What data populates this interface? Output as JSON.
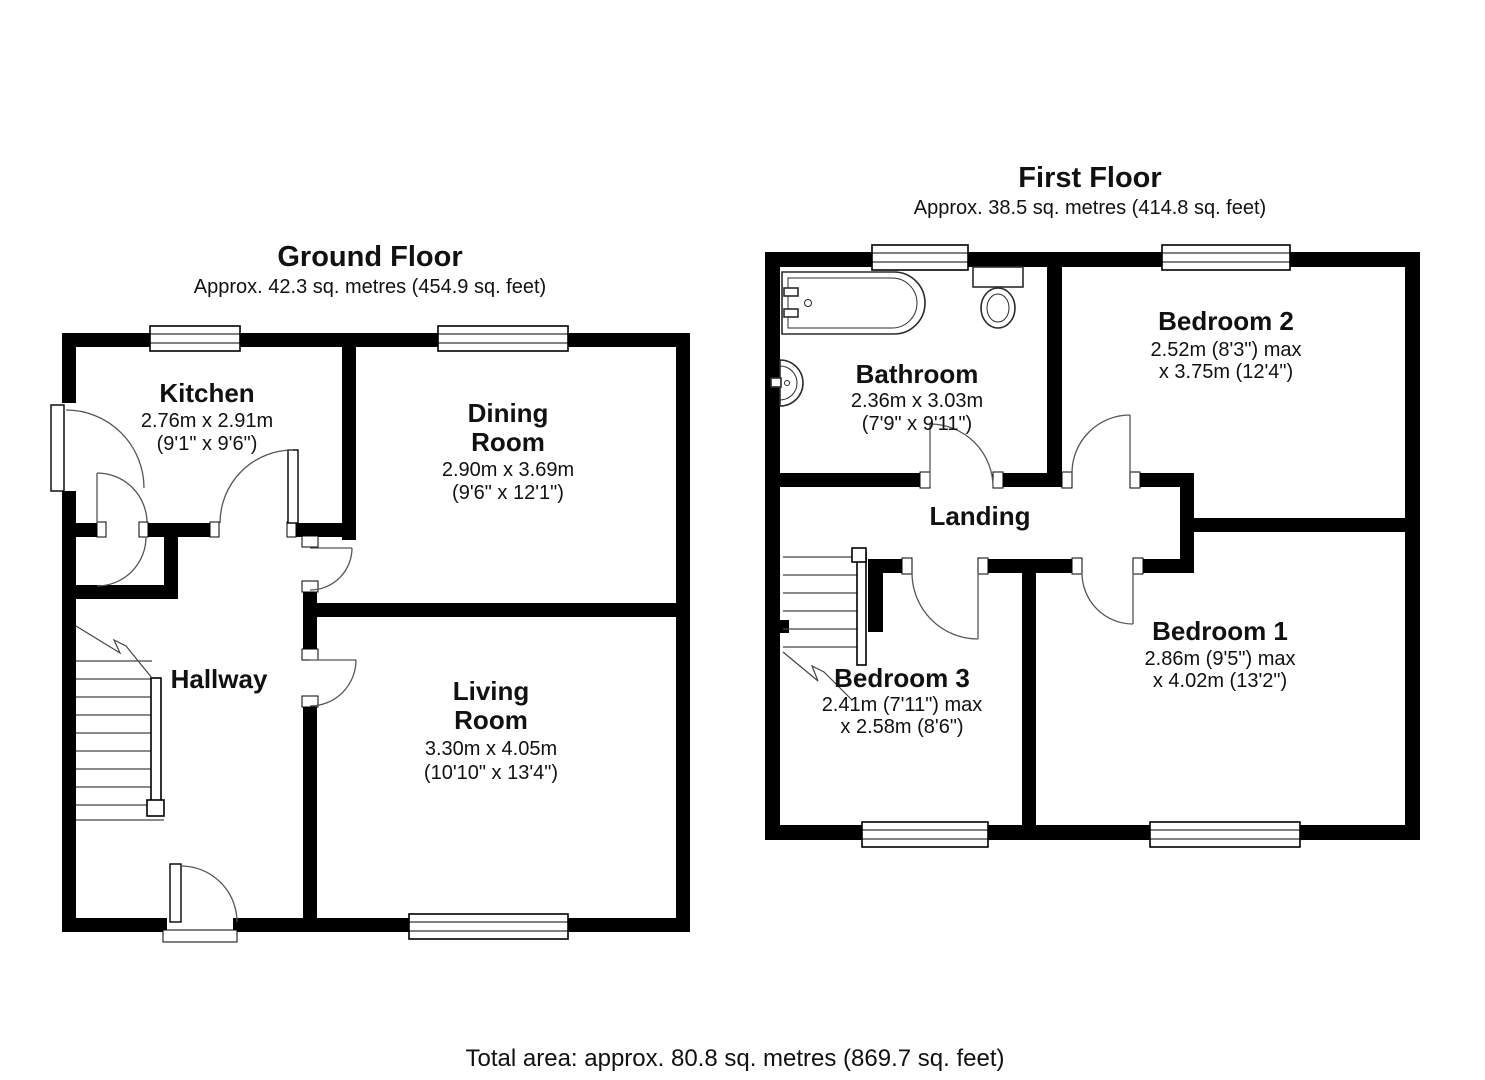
{
  "colors": {
    "wall": "#000000",
    "text": "#111111",
    "background": "#ffffff"
  },
  "ground_floor": {
    "title": "Ground Floor",
    "subtitle": "Approx. 42.3 sq. metres (454.9 sq. feet)",
    "rooms": {
      "kitchen": {
        "name": "Kitchen",
        "dims_metric": "2.76m x 2.91m",
        "dims_imperial": "(9'1\" x 9'6\")"
      },
      "dining": {
        "name_line1": "Dining",
        "name_line2": "Room",
        "dims_metric": "2.90m x 3.69m",
        "dims_imperial": "(9'6\" x 12'1\")"
      },
      "hallway": {
        "name": "Hallway"
      },
      "living": {
        "name_line1": "Living",
        "name_line2": "Room",
        "dims_metric": "3.30m x 4.05m",
        "dims_imperial": "(10'10\" x 13'4\")"
      }
    }
  },
  "first_floor": {
    "title": "First Floor",
    "subtitle": "Approx. 38.5 sq. metres (414.8 sq. feet)",
    "rooms": {
      "bathroom": {
        "name": "Bathroom",
        "dims_metric": "2.36m x 3.03m",
        "dims_imperial": "(7'9\" x 9'11\")"
      },
      "bedroom2": {
        "name": "Bedroom 2",
        "dims_line1": "2.52m (8'3\") max",
        "dims_line2": "x 3.75m (12'4\")"
      },
      "landing": {
        "name": "Landing"
      },
      "bedroom3": {
        "name": "Bedroom 3",
        "dims_line1": "2.41m (7'11\") max",
        "dims_line2": "x 2.58m (8'6\")"
      },
      "bedroom1": {
        "name": "Bedroom 1",
        "dims_line1": "2.86m (9'5\") max",
        "dims_line2": "x 4.02m (13'2\")"
      }
    }
  },
  "footer": {
    "total_area": "Total area: approx. 80.8 sq. metres (869.7 sq. feet)"
  }
}
